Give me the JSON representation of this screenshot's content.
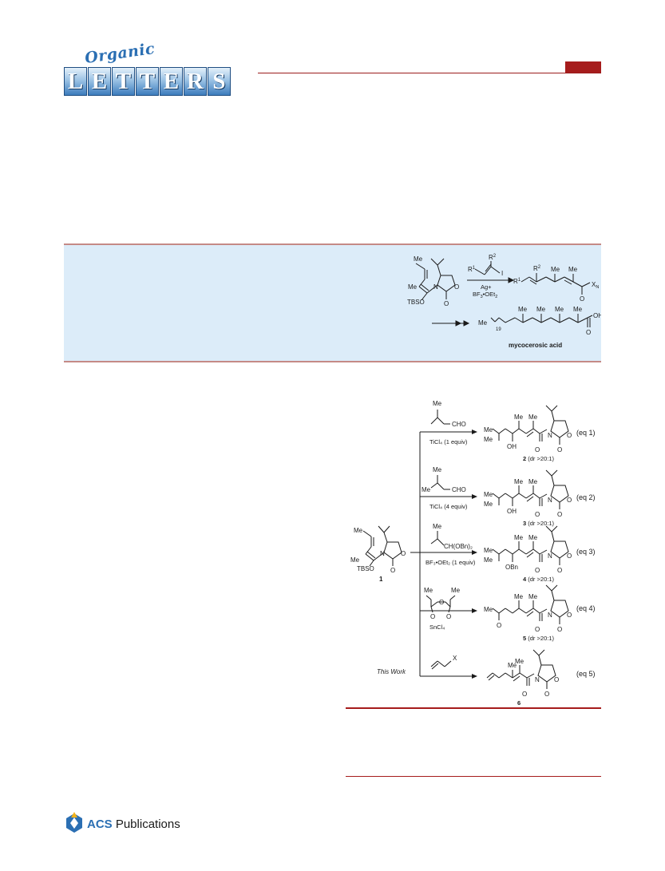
{
  "journal": {
    "organic": "Organic",
    "letters": [
      "L",
      "E",
      "T",
      "T",
      "E",
      "R",
      "S"
    ],
    "brand_blue": "#2b6fb3",
    "accent_red": "#a61c1c"
  },
  "abstract": {
    "background": "#dcecf9",
    "scheme": {
      "sm_me_top": "Me",
      "sm_me_left": "Me",
      "sm_tbso": "TBSO",
      "sm_n": "N",
      "sm_o_ring": "O",
      "sm_o_carbonyl": "O",
      "reagent_r1": "R",
      "reagent_r1_sub": "1",
      "reagent_r2": "R",
      "reagent_r2_sub": "2",
      "reagent_i": "I",
      "cond_1": "Ag+",
      "cond_2_pre": "BF",
      "cond_2_sub": "3",
      "cond_2_post": "•OEt",
      "cond_2_sub2": "2",
      "prod_r1": "R",
      "prod_r1_sub": "1",
      "prod_r2": "R",
      "prod_r2_sub": "2",
      "prod_me": "Me",
      "prod_me_2": "Me",
      "prod_o": "O",
      "prod_xn": "X",
      "prod_xn_sub": "N",
      "myco_chain": "Me",
      "myco_paren_sub": "19",
      "myco_me": [
        "Me",
        "Me",
        "Me",
        "Me"
      ],
      "myco_oh": "OH",
      "myco_o": "O",
      "myco_name": "mycocerosic acid"
    }
  },
  "scheme": {
    "compound1": {
      "me_top": "Me",
      "me_left": "Me",
      "tbso": "TBSO",
      "n": "N",
      "o_ring": "O",
      "o_carb": "O",
      "label": "1"
    },
    "rows": [
      {
        "reagent_me": "Me",
        "reagent_group": "CHO",
        "conditions": "TiCl₄ (1 equiv)",
        "product_me": [
          "Me",
          "Me",
          "Me",
          "Me"
        ],
        "product_sub": "OH",
        "label": "2",
        "dr": "(dr >20:1)",
        "eq": "(eq 1)"
      },
      {
        "reagent_me": "Me",
        "reagent_me_2": "Me",
        "reagent_group": "CHO",
        "conditions": "TiCl₄ (4 equiv)",
        "product_me": [
          "Me",
          "Me",
          "Me",
          "Me"
        ],
        "product_sub": "OH",
        "label": "3",
        "dr": "(dr >20:1)",
        "eq": "(eq 2)"
      },
      {
        "reagent_me": "Me",
        "reagent_group": "CH(OBn)₂",
        "conditions": "BF₃•OEt₂ (1 equiv)",
        "product_me": [
          "Me",
          "Me",
          "Me",
          "Me"
        ],
        "product_sub": "OBn",
        "label": "4",
        "dr": "(dr >20:1)",
        "eq": "(eq 3)"
      },
      {
        "reagent_me": [
          "Me",
          "Me"
        ],
        "reagent_o": [
          "O",
          "O",
          "O"
        ],
        "conditions": "SnCl₄",
        "product_me": [
          "Me",
          "Me",
          "Me"
        ],
        "product_o": "O",
        "label": "5",
        "dr": "(dr >20:1)",
        "eq": "(eq 4)"
      },
      {
        "prefix": "This Work",
        "reagent_x": "X",
        "conditions": "",
        "product_me": [
          "Me",
          "Me"
        ],
        "label": "6",
        "dr": "",
        "eq": "(eq 5)"
      }
    ],
    "aux": {
      "n": "N",
      "o_ring": "O",
      "o_carb": "O",
      "o_amide": "O"
    }
  },
  "footer": {
    "publisher_bold": "ACS",
    "publisher_rest": " Publications"
  }
}
